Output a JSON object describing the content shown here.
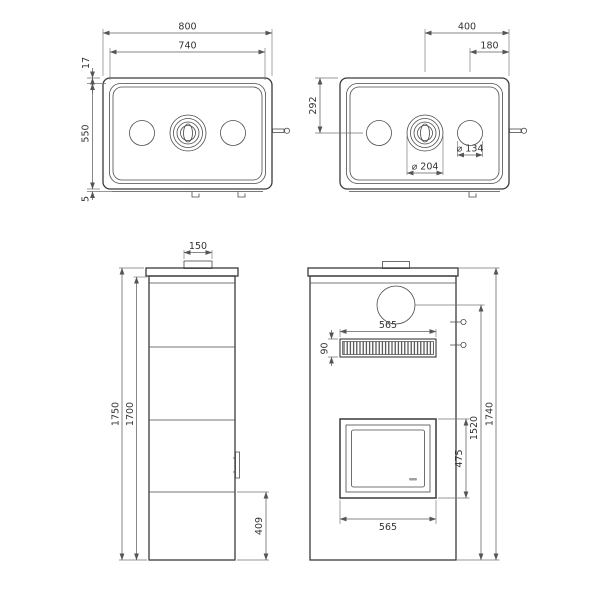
{
  "drawing": {
    "colors": {
      "background": "#ffffff",
      "ink": "#3a3a3a"
    },
    "top_view_left": {
      "width_outer": "800",
      "width_inner": "740",
      "top_lip": "17",
      "depth": "550",
      "bottom_lip": "5"
    },
    "top_view_right": {
      "flue_center_to_side": "400",
      "outlet_center_to_side": "180",
      "rear_to_flue_center": "292",
      "flue_diameter": "⌀ 204",
      "outlet_diameter": "⌀ 134"
    },
    "side_view": {
      "collar_width": "150",
      "total_height": "1750",
      "body_height": "1700",
      "handle_height": "409"
    },
    "front_view": {
      "grille_width": "565",
      "grille_height": "90",
      "door_width": "565",
      "door_height": "475",
      "flue_center_height": "1520",
      "total_height": "1740"
    }
  }
}
